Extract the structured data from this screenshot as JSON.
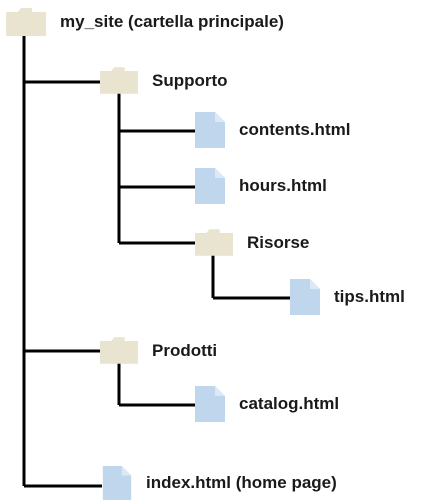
{
  "colors": {
    "folder": "#e8e4cf",
    "folder_edge": "#c9c4a8",
    "file": "#bfd6ec",
    "file_fold": "#dbe8f5",
    "line": "#000000",
    "text": "#1a1a1a"
  },
  "tree": {
    "root": {
      "label": "my_site (cartella principale)",
      "icon": "folder-icon"
    },
    "supporto": {
      "label": "Supporto",
      "icon": "folder-icon"
    },
    "contents": {
      "label": "contents.html",
      "icon": "file-icon"
    },
    "hours": {
      "label": "hours.html",
      "icon": "file-icon"
    },
    "risorse": {
      "label": "Risorse",
      "icon": "folder-icon"
    },
    "tips": {
      "label": "tips.html",
      "icon": "file-icon"
    },
    "prodotti": {
      "label": "Prodotti",
      "icon": "folder-icon"
    },
    "catalog": {
      "label": "catalog.html",
      "icon": "file-icon"
    },
    "index": {
      "label": "index.html (home page)",
      "icon": "file-icon"
    }
  }
}
